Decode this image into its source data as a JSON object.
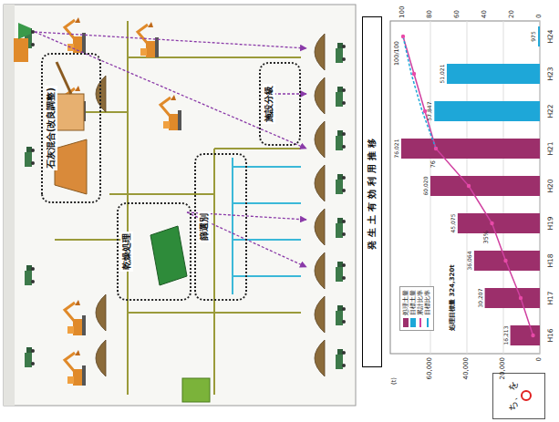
{
  "diagram": {
    "nodes": [
      {
        "text": [
          "石灰混合(改良調整)"
        ]
      },
      {
        "text": [
          "乾燥処理"
        ]
      },
      {
        "text": [
          "篩選別"
        ]
      },
      {
        "text": [
          "施設分級"
        ]
      },
      {
        "text": [
          "発生土有効利用推移"
        ]
      },
      {
        "text": [
          "ち、を"
        ]
      }
    ],
    "labels": [
      "処理目標量 324,320t",
      "(t)",
      "0",
      "20,000",
      "40,000",
      "60,000",
      "0",
      "20",
      "40",
      "60",
      "80",
      "100",
      "H16",
      "H17",
      "H18",
      "H19",
      "H20",
      "H21",
      "H22",
      "H23",
      "H24",
      "16,213",
      "30,207",
      "36,064",
      "45,075",
      "60,020",
      "76,021",
      "57,847",
      "51,021",
      "975",
      "35%",
      "76",
      "100/100"
    ],
    "legend": [
      {
        "text": "処理土量",
        "color": "#9c2f6b"
      },
      {
        "text": "目標土量",
        "color": "#1ea7d8"
      },
      {
        "text": "累計比率"
      },
      {
        "text": "目標比率"
      }
    ]
  }
}
